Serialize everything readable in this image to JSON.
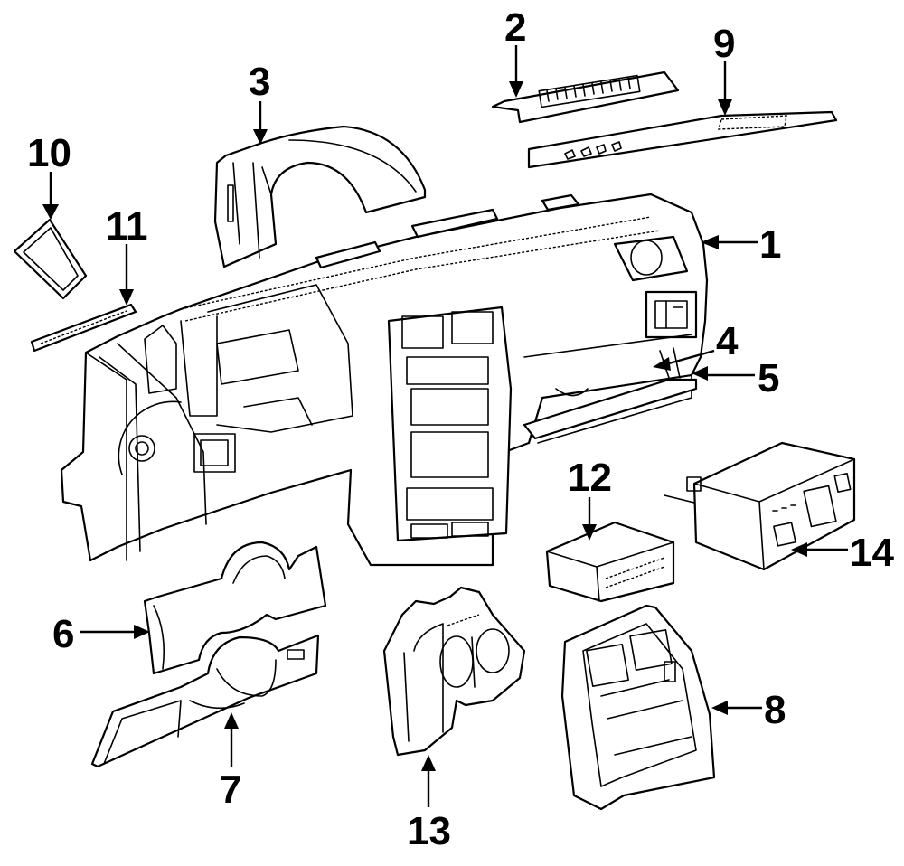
{
  "diagram": {
    "title": "Instrument Panel Components",
    "description": "Exploded view of vehicle dashboard / instrument panel with numbered part callouts",
    "line_color": "#000000",
    "background_color": "#ffffff",
    "callouts": [
      {
        "id": "1",
        "label": "1",
        "part": "instrument-panel"
      },
      {
        "id": "2",
        "label": "2",
        "part": "defroster-grille"
      },
      {
        "id": "3",
        "label": "3",
        "part": "cluster-hood-bezel"
      },
      {
        "id": "4",
        "label": "4",
        "part": "glove-box-latch"
      },
      {
        "id": "5",
        "label": "5",
        "part": "glove-box-door"
      },
      {
        "id": "6",
        "label": "6",
        "part": "upper-steering-column-cover"
      },
      {
        "id": "7",
        "label": "7",
        "part": "lower-knee-bolster-trim"
      },
      {
        "id": "8",
        "label": "8",
        "part": "center-bezel"
      },
      {
        "id": "9",
        "label": "9",
        "part": "speaker-defrost-panel"
      },
      {
        "id": "10",
        "label": "10",
        "part": "side-vent-bezel"
      },
      {
        "id": "11",
        "label": "11",
        "part": "side-defroster-trim"
      },
      {
        "id": "12",
        "label": "12",
        "part": "radio"
      },
      {
        "id": "13",
        "label": "13",
        "part": "instrument-cluster-housing"
      },
      {
        "id": "14",
        "label": "14",
        "part": "climate-control-unit"
      }
    ]
  }
}
